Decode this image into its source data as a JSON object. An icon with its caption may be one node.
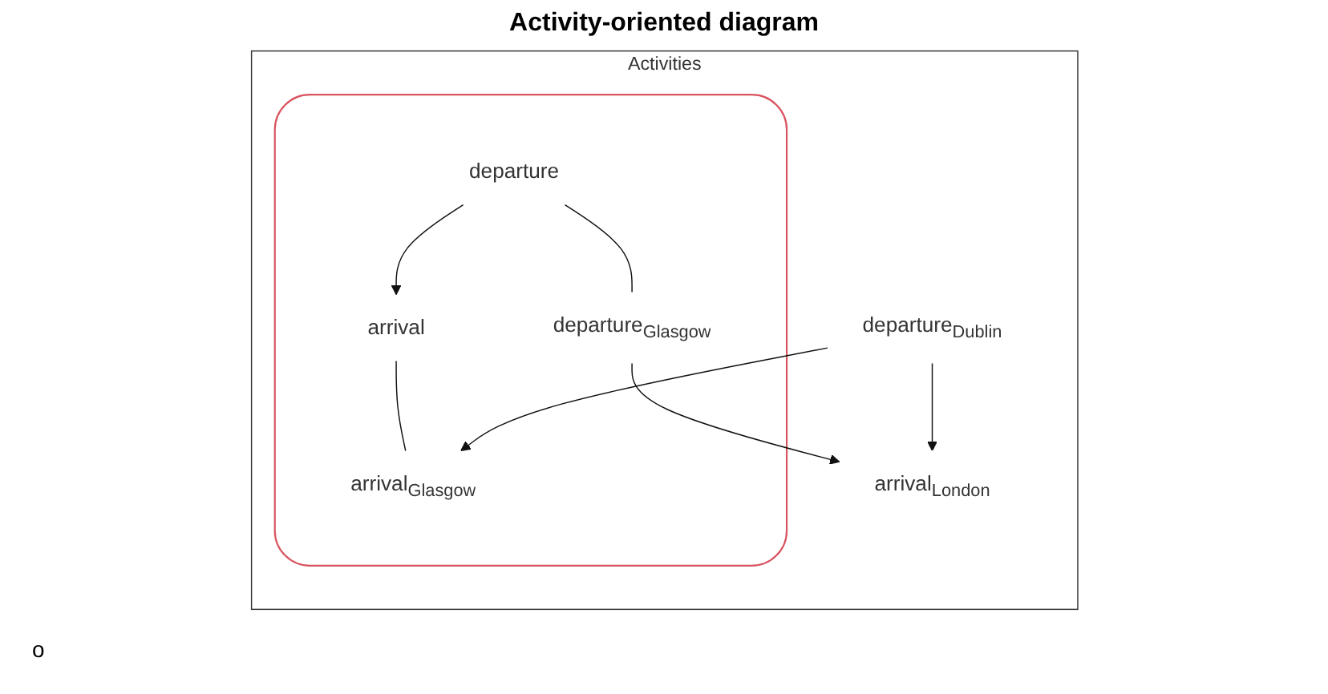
{
  "diagram": {
    "title": "Activity-oriented diagram",
    "nodes": [
      {
        "text": [
          "Activities"
        ]
      },
      {
        "text": [],
        "shape": "box",
        "in": 0
      },
      {
        "text": [
          "arrival"
        ],
        "in": 1
      },
      {
        "text": [
          "departure"
        ],
        "in": 1
      },
      {
        "text": [
          "arrival$_{Glasgow}$"
        ],
        "in": 1
      },
      {
        "text": [
          "departure$_{Glasgow}$"
        ],
        "in": 1
      },
      {
        "text": [
          "departure$_{Dublin}$"
        ],
        "in": 0
      },
      {
        "text": [
          "arrival$_{London}$"
        ],
        "in": 0
      }
    ],
    "edges": [
      {
        "from": 3,
        "to": 2,
        "arrow": "to"
      },
      {
        "from": 2,
        "to": 4,
        "arrow": "none"
      },
      {
        "from": 3,
        "to": 5,
        "arrow": "none"
      },
      {
        "from": 6,
        "to": 4,
        "arrow": "to"
      },
      {
        "from": 5,
        "to": 7,
        "arrow": "to"
      },
      {
        "from": 6,
        "to": 7,
        "arrow": "to"
      }
    ],
    "labels": [
      "o"
    ]
  }
}
